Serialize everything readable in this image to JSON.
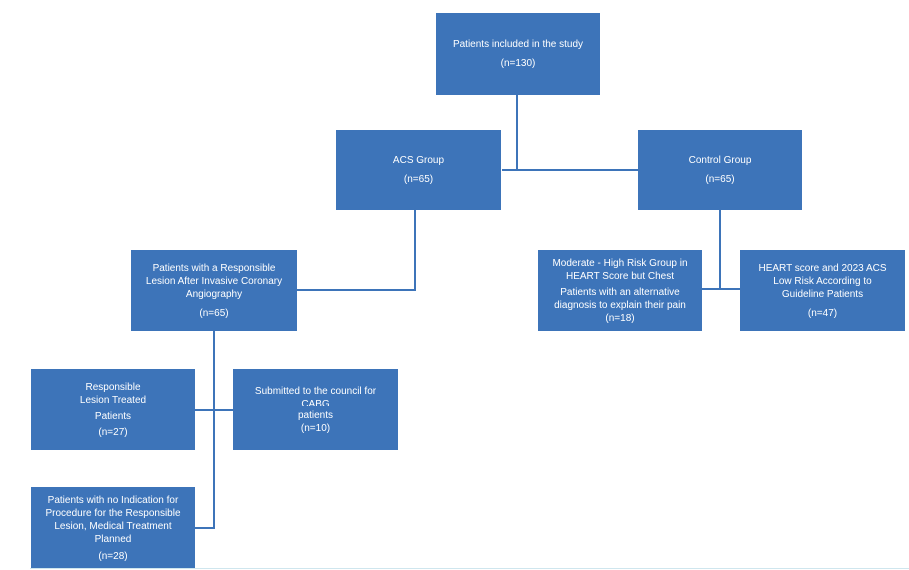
{
  "boxes": {
    "study": {
      "label": "Patients included in the study",
      "n": "(n=130)"
    },
    "acs": {
      "label": "ACS Group",
      "n": "(n=65)"
    },
    "control": {
      "label": "Control Group",
      "n": "(n=65)"
    },
    "responsible": {
      "line1": "Patients with a Responsible",
      "line2": "Lesion After Invasive Coronary",
      "line3": "Angiography",
      "n": "(n=65)"
    },
    "moderate_high": {
      "line1": "Moderate - High Risk Group in",
      "line2": "HEART Score but Chest",
      "line3": "Patients with an alternative",
      "line4": "diagnosis to explain their pain",
      "n": "(n=18)"
    },
    "low_risk": {
      "line1": "HEART score and 2023 ACS",
      "line2": "Low Risk According to",
      "line3": "Guideline Patients",
      "n": "(n=47)"
    },
    "treated": {
      "line1": "Responsible",
      "line2": "Lesion Treated",
      "line3": "Patients",
      "n": "(n=27)"
    },
    "cabg": {
      "line1": "Submitted to the council for",
      "line2": "CABG",
      "line3": "patients",
      "n": "(n=10)"
    },
    "no_indication": {
      "line1": "Patients with no Indication for",
      "line2": "Procedure for the Responsible",
      "line3": "Lesion, Medical Treatment",
      "line4": "Planned",
      "n": "(n=28)"
    }
  },
  "colors": {
    "box": "#3d74b9",
    "text": "#ffffff",
    "rule": "#cfe6ee"
  }
}
